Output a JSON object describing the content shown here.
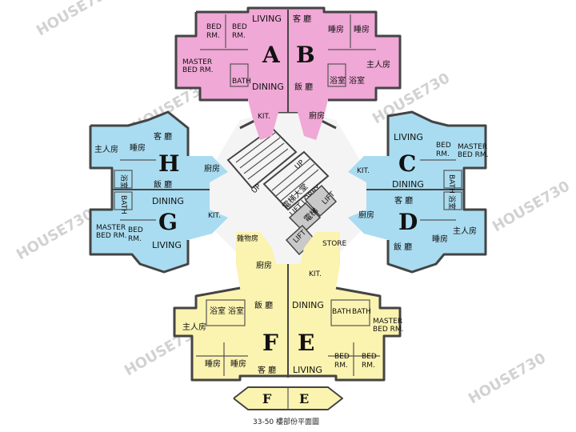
{
  "watermark": "HOUSE730",
  "caption": "33-50 樓部份平面圖",
  "units": {
    "A": "A",
    "B": "B",
    "C": "C",
    "D": "D",
    "E": "E",
    "F": "F",
    "G": "G",
    "H": "H"
  },
  "rooms": {
    "living_en": "LIVING",
    "dining_en": "DINING",
    "living_zh": "客 廳",
    "dining_zh": "飯 廳",
    "bed_en": "BED RM.",
    "master_en": "MASTER BED RM.",
    "master_line1": "MASTER",
    "master_line2": "BED RM.",
    "bed_line1": "BED",
    "bed_line2": "RM.",
    "bath_en": "BATH",
    "kit_en": "KIT.",
    "bed_zh": "睡房",
    "master_zh": "主人房",
    "bath_zh": "浴室",
    "kit_zh": "廚房",
    "kit_zh_v": "廚 房",
    "store_en": "STORE",
    "store_zh": "雜物房",
    "lift_en": "LIFT",
    "lift_zh": "電梯",
    "lobby_en": "LIFT LOBBY",
    "lobby_zh": "電梯大堂",
    "up": "UP"
  },
  "colors": {
    "pink": "#f0a8d6",
    "blue": "#a9dcf0",
    "yellow": "#fbf3b0",
    "wall": "#444444"
  }
}
